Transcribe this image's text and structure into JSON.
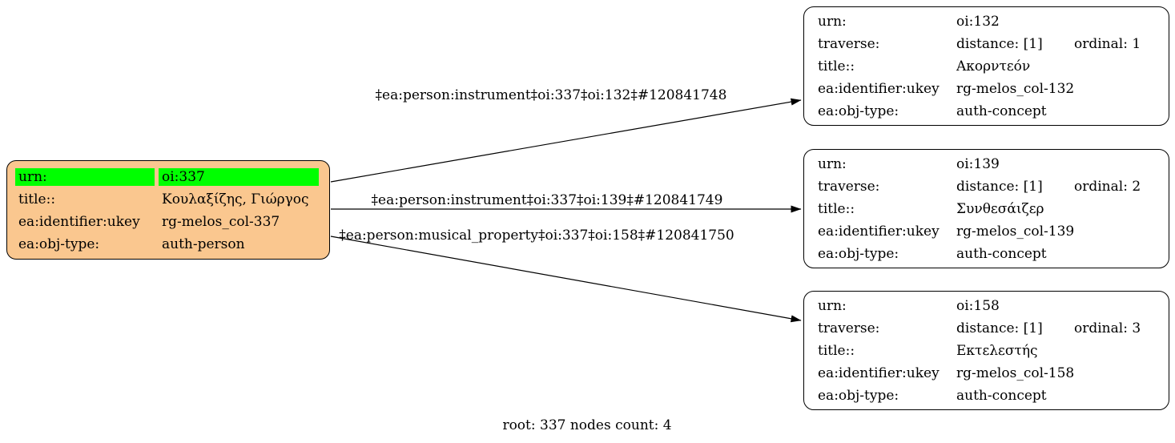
{
  "colors": {
    "root_fill": "#fac78f",
    "highlight": "#00ff00",
    "node_fill": "#ffffff",
    "line": "#000000"
  },
  "root_node": {
    "urn_key": "urn:",
    "urn_value": "oi:337",
    "title_key": "title::",
    "title_value": "Κουλαξίζης, Γιώργος",
    "ukey_key": "ea:identifier:ukey",
    "ukey_value": "rg-melos_col-337",
    "objtype_key": "ea:obj-type:",
    "objtype_value": "auth-person"
  },
  "nodes": [
    {
      "urn_key": "urn:",
      "urn_value": "oi:132",
      "traverse_key": "traverse:",
      "distance": "distance: [1]",
      "ordinal": "ordinal: 1",
      "title_key": "title::",
      "title_value": "Ακορντεόν",
      "ukey_key": "ea:identifier:ukey",
      "ukey_value": "rg-melos_col-132",
      "objtype_key": "ea:obj-type:",
      "objtype_value": "auth-concept"
    },
    {
      "urn_key": "urn:",
      "urn_value": "oi:139",
      "traverse_key": "traverse:",
      "distance": "distance: [1]",
      "ordinal": "ordinal: 2",
      "title_key": "title::",
      "title_value": "Συνθεσάιζερ",
      "ukey_key": "ea:identifier:ukey",
      "ukey_value": "rg-melos_col-139",
      "objtype_key": "ea:obj-type:",
      "objtype_value": "auth-concept"
    },
    {
      "urn_key": "urn:",
      "urn_value": "oi:158",
      "traverse_key": "traverse:",
      "distance": "distance: [1]",
      "ordinal": "ordinal: 3",
      "title_key": "title::",
      "title_value": "Εκτελεστής",
      "ukey_key": "ea:identifier:ukey",
      "ukey_value": "rg-melos_col-158",
      "objtype_key": "ea:obj-type:",
      "objtype_value": "auth-concept"
    }
  ],
  "edges": [
    {
      "label": "‡ea:person:instrument‡oi:337‡oi:132‡#120841748"
    },
    {
      "label": "‡ea:person:instrument‡oi:337‡oi:139‡#120841749"
    },
    {
      "label": "‡ea:person:musical_property‡oi:337‡oi:158‡#120841750"
    }
  ],
  "footer": {
    "label": "root: 337 nodes count: 4"
  }
}
